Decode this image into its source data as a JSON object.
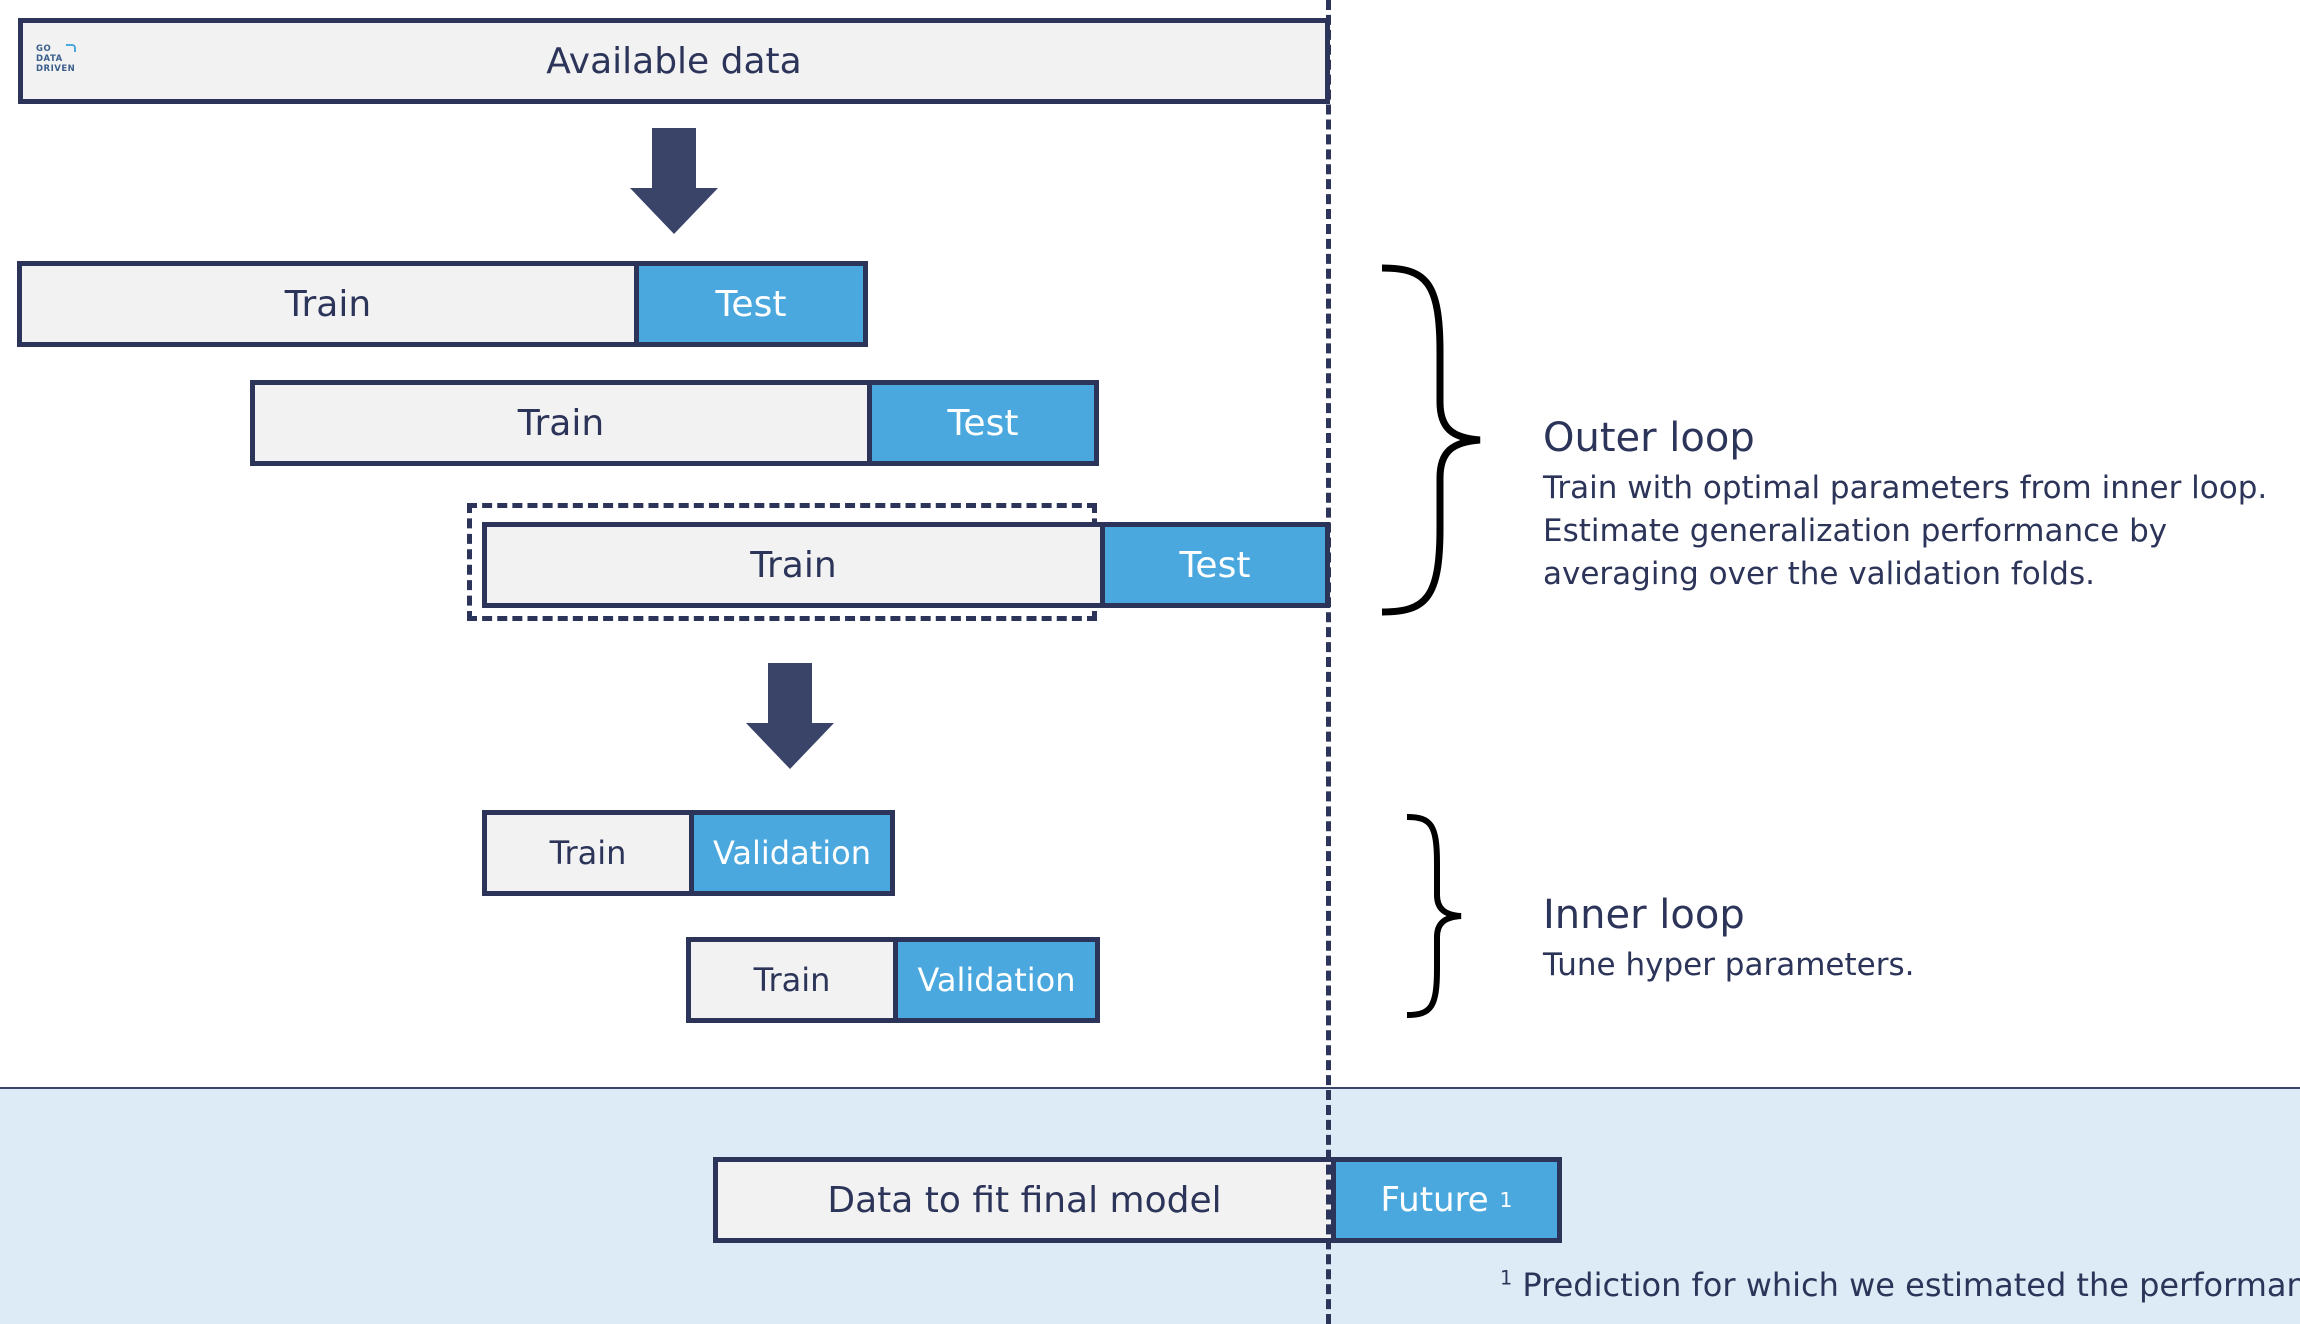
{
  "logo": {
    "line1": "GO",
    "line2": "DATA",
    "line3": "DRIVEN"
  },
  "available": {
    "label": "Available data"
  },
  "outer_folds": [
    {
      "train": "Train",
      "test": "Test"
    },
    {
      "train": "Train",
      "test": "Test"
    },
    {
      "train": "Train",
      "test": "Test"
    }
  ],
  "inner_folds": [
    {
      "train": "Train",
      "validation": "Validation"
    },
    {
      "train": "Train",
      "validation": "Validation"
    }
  ],
  "outer_loop": {
    "title": "Outer loop",
    "desc": "Train with optimal parameters from inner loop. Estimate generalization performance by averaging over the validation folds."
  },
  "inner_loop": {
    "title": "Inner loop",
    "desc": "Tune hyper parameters."
  },
  "final": {
    "fit": "Data to fit final model",
    "future": "Future",
    "future_sup": "1"
  },
  "footnote": {
    "mark": "1",
    "text": "Prediction for which we estimated the performance"
  }
}
